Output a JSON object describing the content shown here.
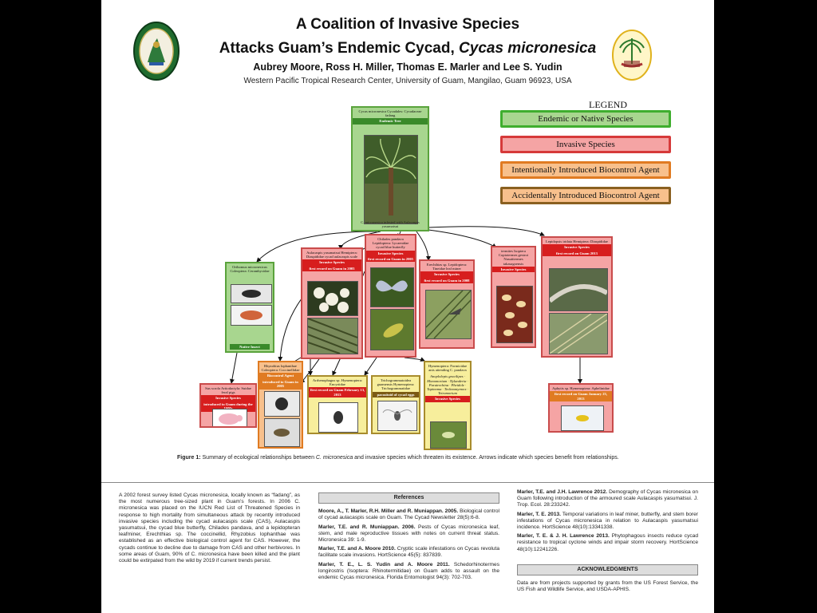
{
  "header": {
    "title_line1": "A Coalition of Invasive Species",
    "title_line2_prefix": "Attacks Guam’s Endemic Cycad, ",
    "title_line2_species": "Cycas micronesica",
    "authors": "Aubrey Moore, Ross H. Miller, Thomas E. Marler and Lee S. Yudin",
    "affiliation": "Western Pacific Tropical Research Center, University of Guam, Mangilao, Guam 96923, USA"
  },
  "colors": {
    "endemic": "#a8d68f",
    "invasive": "#f5a4a4",
    "intentional": "#f8c08c",
    "accidental": "#f7ee9c",
    "red_band": "#d71e1e"
  },
  "legend": {
    "title": "LEGEND",
    "items": [
      "Endemic or Native Species",
      "Invasive Species",
      "Intentionally Introduced Biocontrol Agent",
      "Accidentally Introduced Biocontrol Agent"
    ]
  },
  "diagram": {
    "cycad": {
      "header": "Cycas micronesica Cycadales: Cycadaceae fadang",
      "band": "Endemic Tree",
      "caption": "C. micronesica infested with Aulacaspis yasumatsui"
    },
    "tortoise_beetle": {
      "header": "Orthomus micronesicus Coleoptera: Cerambycidae",
      "band": "Native Insect"
    },
    "cas": {
      "header": "Aulacaspis yasumatsui Hemiptera: Diaspididae cycad aulacaspis scale",
      "band1": "Invasive Species",
      "band2": "first record on Guam in 2003"
    },
    "butterfly": {
      "header": "Chilades pandava Lepidoptera: Lycaenidae cycad blue butterfly",
      "band1": "Invasive Species",
      "band2": "first record on Guam in 2005"
    },
    "leafminer": {
      "header": "Erechthias sp. Lepidoptera: Tineidae leaf miner",
      "band1": "Invasive Species",
      "band2": "first record on Guam in 2008"
    },
    "termites": {
      "header": "termites Isoptera Coptotermes gestroi Nasutitermes takasagoensis",
      "band1": "Invasive Species"
    },
    "coconut_rhino": {
      "header": "Lepidopsis iridata Hemiptera: Diaspididae",
      "band1": "Invasive Species",
      "band2": "first record on Guam 2013"
    },
    "pig": {
      "header": "Sus scrofa Artiodactyla: Suidae feral pigs",
      "band1": "Invasive Species",
      "band2": "introduced to Guam during the 1600s"
    },
    "rhyzobius": {
      "header": "Rhyzobius lophanthae Coleoptera: Coccinellidae",
      "band1": "Biocontrol Agent",
      "band2": "introduced to Guam in 2005"
    },
    "arrhenophagus": {
      "header": "Arrhenophagus sp. Hymenoptera: Encyrtidae",
      "band1": "first record on Guam February 13, 2013"
    },
    "trichogrammatoidea": {
      "header": "Trichogrammatoidea guamensis Hymenoptera: Trichogrammatidae",
      "band1": "parasitoid of cycad eggs"
    },
    "hymenoptera_list": {
      "header": "Hymenoptera: Formicidae ants attending C. pandava",
      "band1": "Invasive Species"
    },
    "aphytis": {
      "header": "Aphytis sp. Hymenoptera: Aphelinidae",
      "band1": "first record on Guam January 23, 2013"
    }
  },
  "figure_caption": {
    "label": "Figure 1:",
    "text_before": " Summary of ecological relationships between ",
    "species": "C. micronesica",
    "text_after": " and invasive species which threaten its existence. Arrows indicate which species benefit from relationships."
  },
  "intro": {
    "p1": "A 2002 forest survey listed Cycas micronesica, locally known as “fadang”, as the most numerous tree-sized plant in Guam’s forests. In 2006 C. micronesica was placed on the IUCN Red List of Threatened Species in response to high mortality from simultaneous attack by recently introduced invasive species including the cycad aulacaspis scale (CAS), Aulacaspis yasumatsui, the cycad blue butterfly, Chilades pandava, and a lepidopteran leafminer, Erechthias sp. The coccinellid, Rhyzobius lophanthae was established as an effective biological control agent for CAS. However, the cycads continue to decline due to damage from CAS and other herbivores. In some areas of Guam, 90% of C. micronesica have been killed and the plant could be extirpated from the wild by 2019 if current trends persist."
  },
  "references": {
    "heading": "References",
    "items": [
      {
        "authors": "Moore, A., T. Marler, R.H. Miller and R. Muniappan. 2005.",
        "text": " Biological control of cycad aulacaspis scale on Guam. The Cycad Newsletter 28(5):6-8."
      },
      {
        "authors": "Marler, T.E. and R. Muniappan. 2006.",
        "text": " Pests of Cycas micronesica leaf, stem, and male reproductive tissues with notes on current threat status. Micronesica 39: 1-9."
      },
      {
        "authors": "Marler, T.E. and A. Moore 2010.",
        "text": " Cryptic scale infestations on Cycas revoluta facilitate scale invasions. HortScience 45(5): 837839."
      },
      {
        "authors": "Marler, T. E., L. S. Yudin and A. Moore 2011.",
        "text": " Schedorhinotermes longirostris (Isoptera: Rhinotermitidae) on Guam adds to assault on the endemic Cycas micronesica. Florida Entomologist 94(3): 702-703."
      }
    ],
    "items_col3": [
      {
        "authors": "Marler, T.E. and J.H. Lawrence 2012.",
        "text": " Demography of Cycas micronesica on Guam following introduction of the armoured scale Aulacaspis yasumatsui. J. Trop. Ecol. 28:233242."
      },
      {
        "authors": "Marler, T. E. 2013.",
        "text": " Temporal variations in leaf miner, butterfly, and stem borer infestations of Cycas micronesica in relation to Aulacaspis yasumatsui incidence. HortScience 48(10):13341338."
      },
      {
        "authors": "Marler, T. E. & J. H. Lawrence 2013.",
        "text": " Phytophagous insects reduce cycad resistance to tropical cyclone winds and impair storm recovery. HortScience 48(10):12241226."
      }
    ]
  },
  "acknowledgments": {
    "heading": "ACKNOWLEDGMENTS",
    "text": "Data are from projects supported by grants from the US Forest Service, the US Fish and Wildlife Service, and USDA-APHIS."
  }
}
